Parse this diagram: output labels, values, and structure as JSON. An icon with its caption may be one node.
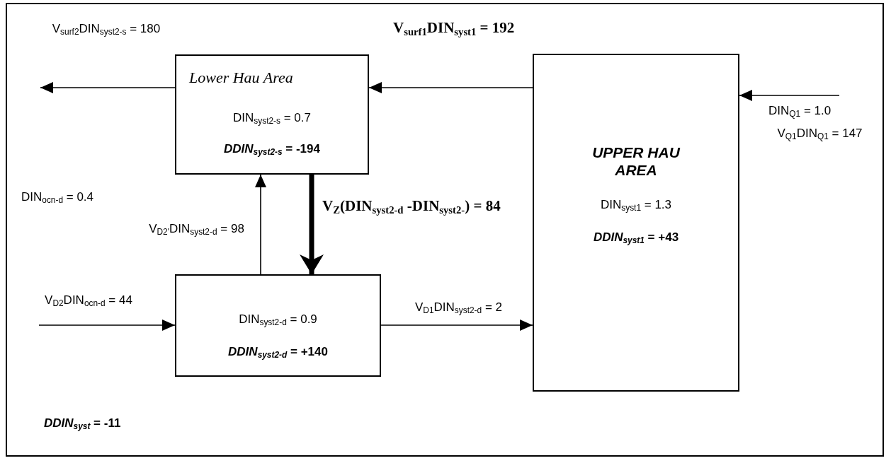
{
  "diagram": {
    "nodes": [
      {
        "text": [
          "Lower Hau Area",
          "DIN$_{syst2-s}$ = 0.7",
          "*DDIN$_{syst2-s}$* = -194"
        ]
      },
      {
        "text": [
          "DIN$_{syst2-d}$ = 0.9",
          "*DDIN$_{syst2-d}$* = +140"
        ]
      },
      {
        "text": [
          "UPPER HAU AREA",
          "DIN$_{syst1}$ = 1.3",
          "*DDIN$_{syst1}$* = +43"
        ]
      }
    ],
    "edges": [
      {
        "from": 0,
        "to": null,
        "arrow": "to",
        "label": "V$_{surf2}$DIN$_{syst2-s}$ = 180"
      },
      {
        "from": 2,
        "to": 0,
        "arrow": "to",
        "label": "V$_{surf1}$DIN$_{syst1}$ = 192"
      },
      {
        "from": null,
        "to": 2,
        "arrow": "to",
        "label": "V$_{Q1}$DIN$_{Q1}$ = 147"
      },
      {
        "from": 1,
        "to": 0,
        "arrow": "to",
        "label": "V$_{D2'}$DIN$_{syst2-d}$ = 98"
      },
      {
        "from": 0,
        "to": 1,
        "arrow": "to",
        "style": "thick",
        "label": "V$_{Z}$(DIN$_{syst2-d}$ -DIN$_{syst2-}$) = 84"
      },
      {
        "from": null,
        "to": 1,
        "arrow": "to",
        "label": "V$_{D2}$DIN$_{ocn-d}$ = 44"
      },
      {
        "from": 1,
        "to": 2,
        "arrow": "to",
        "label": "V$_{D1}$DIN$_{syst2-d}$ = 2"
      }
    ],
    "labels": [
      "DIN$_{ocn-d}$ = 0.4",
      "DIN$_{Q1}$ = 1.0",
      "*DDIN$_{syst}$* = -11"
    ]
  }
}
